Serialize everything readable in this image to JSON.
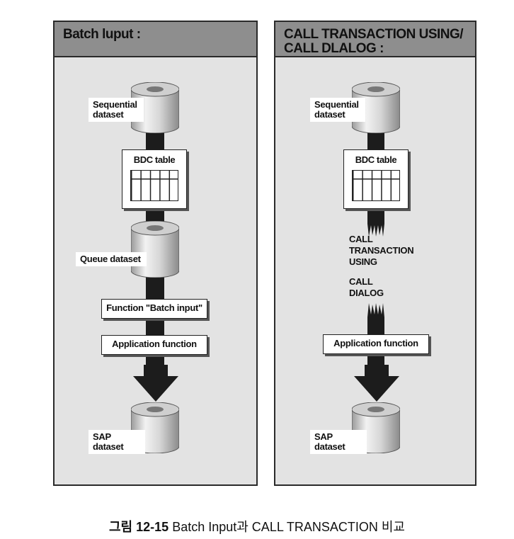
{
  "left_panel": {
    "title": "Batch luput :",
    "sequential_label": "Sequential\ndataset",
    "bdc_table_label": "BDC table",
    "queue_label": "Queue dataset",
    "function_batch_label": "Function \"Batch input\"",
    "application_label": "Application function",
    "sap_label": "SAP\ndataset"
  },
  "right_panel": {
    "title": "CALL TRANSACTION USING/\nCALL DLALOG :",
    "sequential_label": "Sequential\ndataset",
    "bdc_table_label": "BDC table",
    "call_transaction_label": "CALL\nTRANSACTION\nUSING",
    "call_dialog_label": "CALL\nDIALOG",
    "application_label": "Application function",
    "sap_label": "SAP\ndataset"
  },
  "caption": {
    "figure_number": "그림 12-15",
    "text": "Batch Input과 CALL TRANSACTION 비교"
  }
}
